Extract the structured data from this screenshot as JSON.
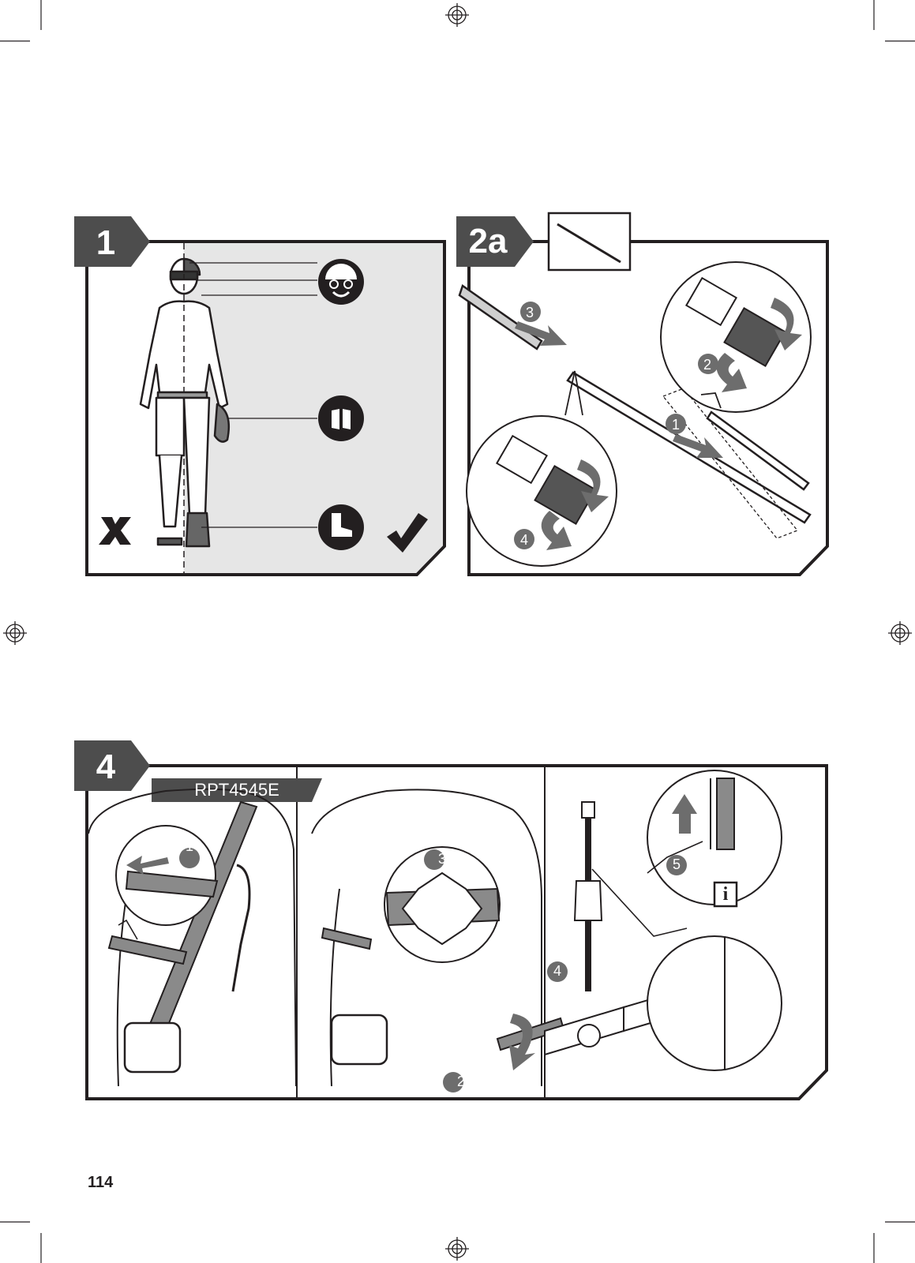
{
  "steps": {
    "step1": {
      "label": "1"
    },
    "step2a": {
      "label": "2a",
      "callouts": [
        "1",
        "2",
        "3",
        "4"
      ]
    },
    "step4": {
      "label": "4",
      "model": "RPT4545E",
      "callouts": [
        "1",
        "2",
        "3",
        "4",
        "5"
      ],
      "info_label": "i"
    }
  },
  "footer": {
    "page_number": "114"
  },
  "icons": {
    "registration_mark": "registration-mark-icon",
    "helmet": "helmet-goggles-mask-icon",
    "gloves": "gloves-icon",
    "boots": "safety-boots-icon",
    "wrong": "cross-mark-icon",
    "correct": "check-mark-icon",
    "info": "info-icon"
  },
  "colors": {
    "ink": "#231f20",
    "panel_fill": "#e6e6e6",
    "label_fill": "#4d4d4d",
    "arrow": "#6d6d6d"
  }
}
